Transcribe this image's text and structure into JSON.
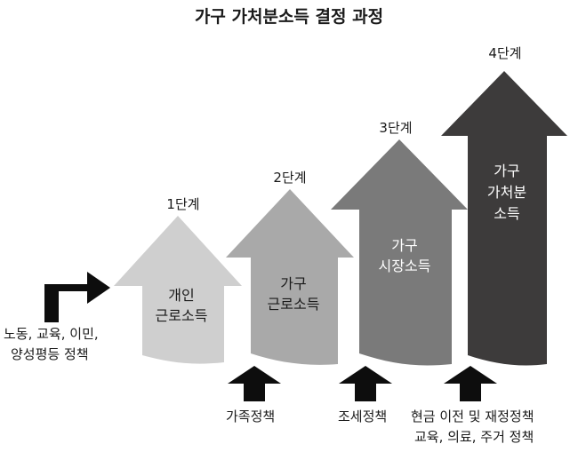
{
  "title": "가구 가처분소득 결정 과정",
  "start": {
    "line1": "노동, 교육, 이민,",
    "line2": "양성평등 정책"
  },
  "stages": [
    {
      "label": "1단계",
      "line1": "개인",
      "line2": "근로소득",
      "line3": "",
      "color": "#cfcfcf"
    },
    {
      "label": "2단계",
      "line1": "가구",
      "line2": "근로소득",
      "line3": "",
      "color": "#a9a9a9"
    },
    {
      "label": "3단계",
      "line1": "가구",
      "line2": "시장소득",
      "line3": "",
      "color": "#7a7a7a"
    },
    {
      "label": "4단계",
      "line1": "가구",
      "line2": "가처분",
      "line3": "소득",
      "color": "#3d3b3b"
    }
  ],
  "policies": [
    {
      "line1": "가족정책",
      "line2": ""
    },
    {
      "line1": "조세정책",
      "line2": ""
    },
    {
      "line1": "현금 이전 및 재정정책",
      "line2": "교육, 의료, 주거 정책"
    }
  ]
}
